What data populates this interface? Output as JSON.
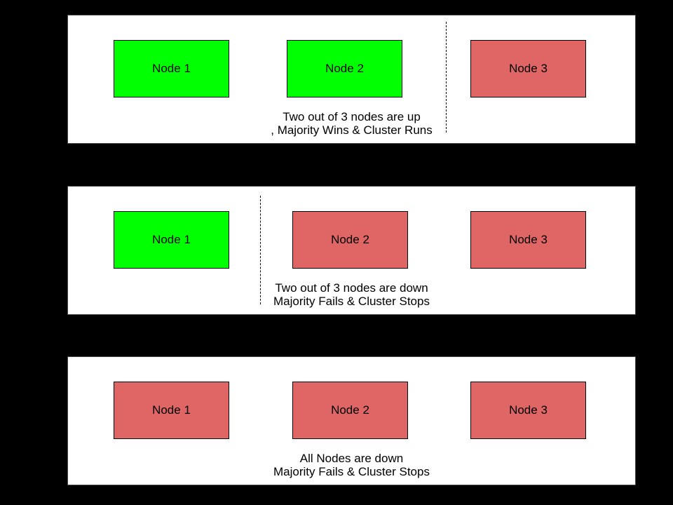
{
  "colors": {
    "background": "#000000",
    "panel_background": "#ffffff",
    "panel_border": "#444444",
    "node_border": "#000000",
    "node_up": "#00ff00",
    "node_down": "#e06666",
    "divider": "#000000",
    "text": "#000000"
  },
  "panels": [
    {
      "name": "majority-up",
      "nodes": [
        {
          "label": "Node 1",
          "status": "up"
        },
        {
          "label": "Node 2",
          "status": "up"
        },
        {
          "label": "Node 3",
          "status": "down"
        }
      ],
      "caption": {
        "line1": "Two out of 3 nodes are up",
        "line2": ", Majority Wins & Cluster Runs"
      }
    },
    {
      "name": "majority-down",
      "nodes": [
        {
          "label": "Node 1",
          "status": "up"
        },
        {
          "label": "Node 2",
          "status": "down"
        },
        {
          "label": "Node 3",
          "status": "down"
        }
      ],
      "caption": {
        "line1": "Two out of 3 nodes are down",
        "line2": "Majority Fails & Cluster Stops"
      }
    },
    {
      "name": "all-down",
      "nodes": [
        {
          "label": "Node 1",
          "status": "down"
        },
        {
          "label": "Node 2",
          "status": "down"
        },
        {
          "label": "Node 3",
          "status": "down"
        }
      ],
      "caption": {
        "line1": "All Nodes are down",
        "line2": "Majority Fails & Cluster Stops"
      }
    }
  ]
}
